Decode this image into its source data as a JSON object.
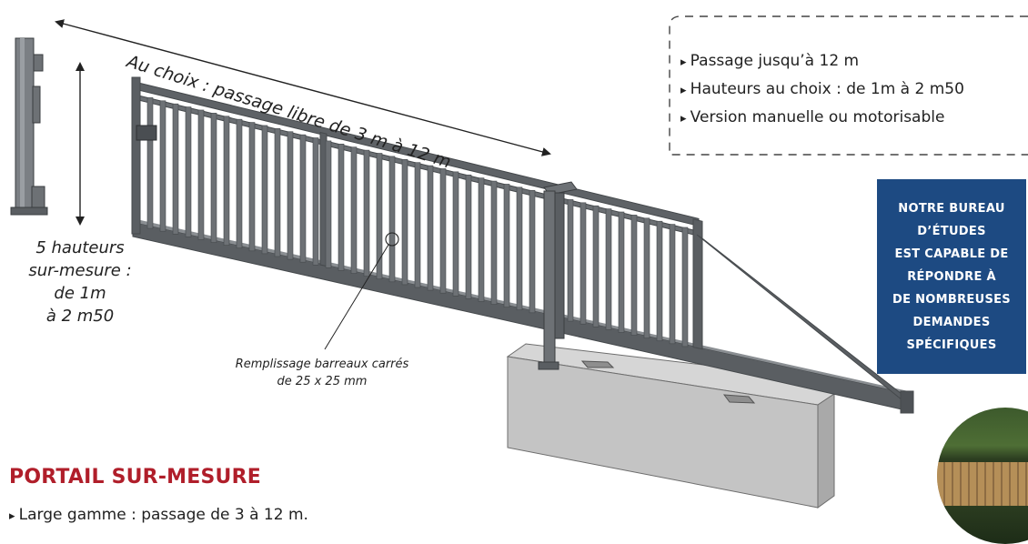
{
  "dimensions": {
    "passage": "Au choix : passage libre de 3 m à 12 m",
    "heights_lines": [
      "5 hauteurs",
      "sur-mesure :",
      "de 1m",
      "à 2 m50"
    ]
  },
  "infill_lines": [
    "Remplissage barreaux carrés",
    "de 25 x 25 mm"
  ],
  "features": [
    "Passage jusqu’à 12 m",
    "Hauteurs au choix : de 1m à 2 m50",
    "Version manuelle ou motorisable"
  ],
  "bureau_lines": [
    "NOTRE BUREAU",
    "D’ÉTUDES",
    "EST CAPABLE DE",
    "RÉPONDRE À",
    "DE NOMBREUSES",
    "DEMANDES",
    "SPÉCIFIQUES"
  ],
  "title": "PORTAIL SUR-MESURE",
  "gamme": "Large gamme : passage de 3 à 12 m.",
  "colors": {
    "accent_red": "#b01e2a",
    "bureau_blue": "#1d4a82",
    "metal": "#5a5e62"
  },
  "icons": [
    "arrow-triangle-bullet-icon"
  ]
}
